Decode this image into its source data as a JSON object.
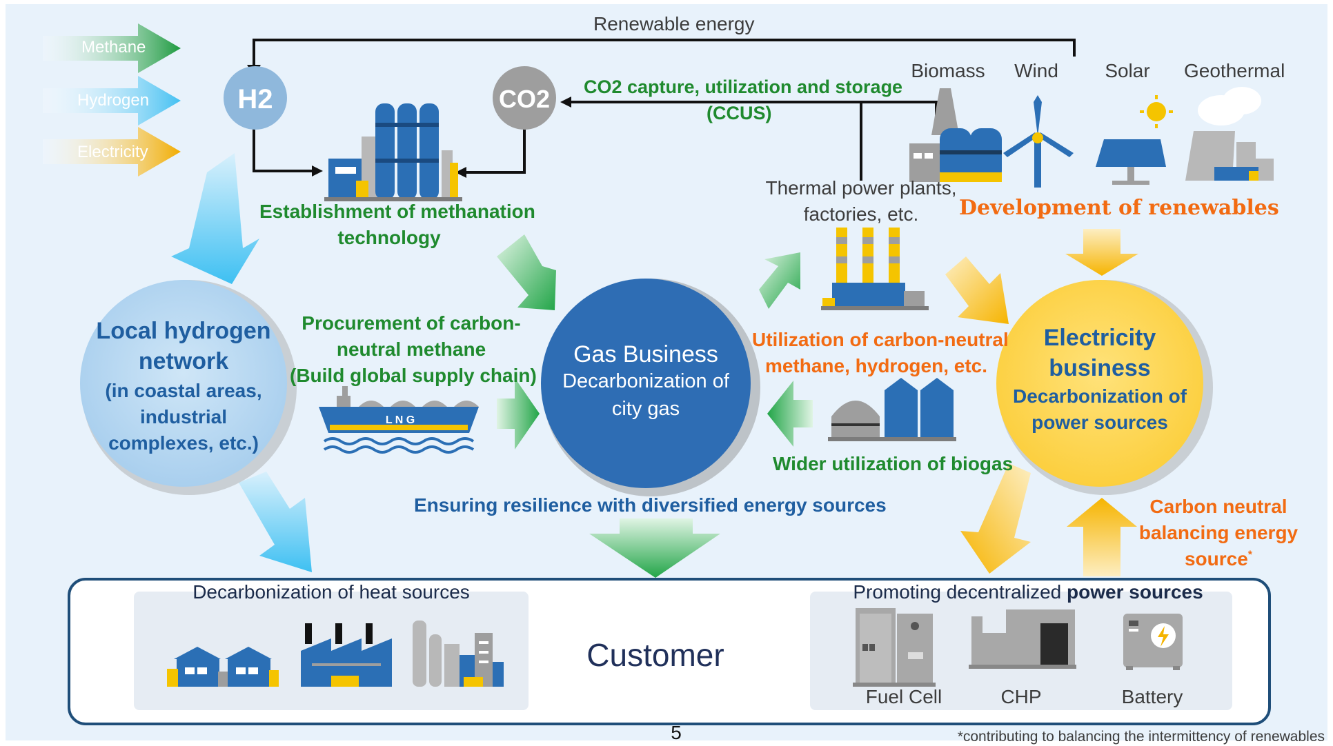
{
  "legend": {
    "methane": "Methane",
    "hydrogen": "Hydrogen",
    "electricity": "Electricity"
  },
  "top": {
    "renewable_energy": "Renewable energy",
    "h2_symbol": "H2",
    "co2_symbol": "CO2",
    "ccus_line1": "CO2 capture, utilization and storage",
    "ccus_line2": "(CCUS)",
    "methanation_line1": "Establishment of methanation",
    "methanation_line2": "technology",
    "thermal_line1": "Thermal power plants,",
    "thermal_line2": "factories, etc."
  },
  "renewables": {
    "biomass": "Biomass",
    "wind": "Wind",
    "solar": "Solar",
    "geothermal": "Geothermal",
    "development": "Development of renewables"
  },
  "hydrogen_network": {
    "line1": "Local hydrogen",
    "line2": "network",
    "line3": "(in coastal areas,",
    "line4": "industrial",
    "line5": "complexes, etc.)"
  },
  "procurement": {
    "line1": "Procurement of carbon-",
    "line2": "neutral methane",
    "line3": "(Build global supply chain)",
    "ship_label": "L N G"
  },
  "gas_business": {
    "title": "Gas Business",
    "line1": "Decarbonization of",
    "line2": "city gas"
  },
  "utilization": {
    "line1": "Utilization of carbon-neutral",
    "line2": "methane, hydrogen, etc."
  },
  "biogas": "Wider utilization of biogas",
  "electricity_business": {
    "line1": "Electricity",
    "line2": "business",
    "line3": "Decarbonization of",
    "line4": "power sources"
  },
  "resilience": "Ensuring resilience with diversified energy sources",
  "balancing": {
    "line1": "Carbon neutral",
    "line2": "balancing energy",
    "line3": "source",
    "sup": "*"
  },
  "customer": {
    "title": "Customer",
    "heat_title": "Decarbonization of heat sources",
    "power_title_a": "Promoting decentralized ",
    "power_title_b": "power sources",
    "fuel_cell": "Fuel Cell",
    "chp": "CHP",
    "battery": "Battery"
  },
  "footer": {
    "page_number": "5",
    "footnote": "*contributing to balancing the intermittency of renewables"
  },
  "colors": {
    "background_panel": "#e8f2fb",
    "gas_circle": "#2e6db4",
    "hydrogen_circle": "#b9d8f0",
    "electricity_circle": "#fdd24e",
    "methane_green": "#2eaa4a",
    "hydrogen_blue": "#5bc8f5",
    "electricity_yellow": "#f5b50a",
    "customer_border": "#1f4e79"
  }
}
